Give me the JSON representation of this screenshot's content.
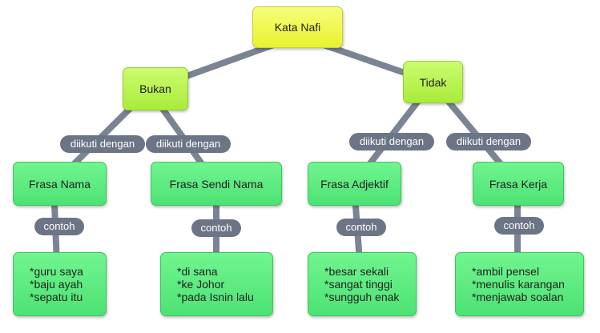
{
  "diagram": {
    "root": {
      "label": "Kata Nafi"
    },
    "branches": [
      {
        "label": "Bukan",
        "children": [
          {
            "connector": "diikuti dengan",
            "label": "Frasa Nama",
            "example_connector": "contoh",
            "examples": [
              "*guru saya",
              "*baju ayah",
              "*sepatu itu"
            ]
          },
          {
            "connector": "diikuti dengan",
            "label": "Frasa Sendi Nama",
            "example_connector": "contoh",
            "examples": [
              "*di sana",
              "*ke Johor",
              "*pada Isnin lalu"
            ]
          }
        ]
      },
      {
        "label": "Tidak",
        "children": [
          {
            "connector": "diikuti dengan",
            "label": "Frasa Adjektif",
            "example_connector": "contoh",
            "examples": [
              "*besar sekali",
              "*sangat tinggi",
              "*sungguh enak"
            ]
          },
          {
            "connector": "diikuti dengan",
            "label": "Frasa Kerja",
            "example_connector": "contoh",
            "examples": [
              "*ambil pensel",
              "*menulis karangan",
              "*menjawab soalan"
            ]
          }
        ]
      }
    ],
    "colors": {
      "root": "#eef53a",
      "branch": "#b6f24c",
      "leaf": "#5ceb7e",
      "connector": "#6b7585"
    }
  }
}
